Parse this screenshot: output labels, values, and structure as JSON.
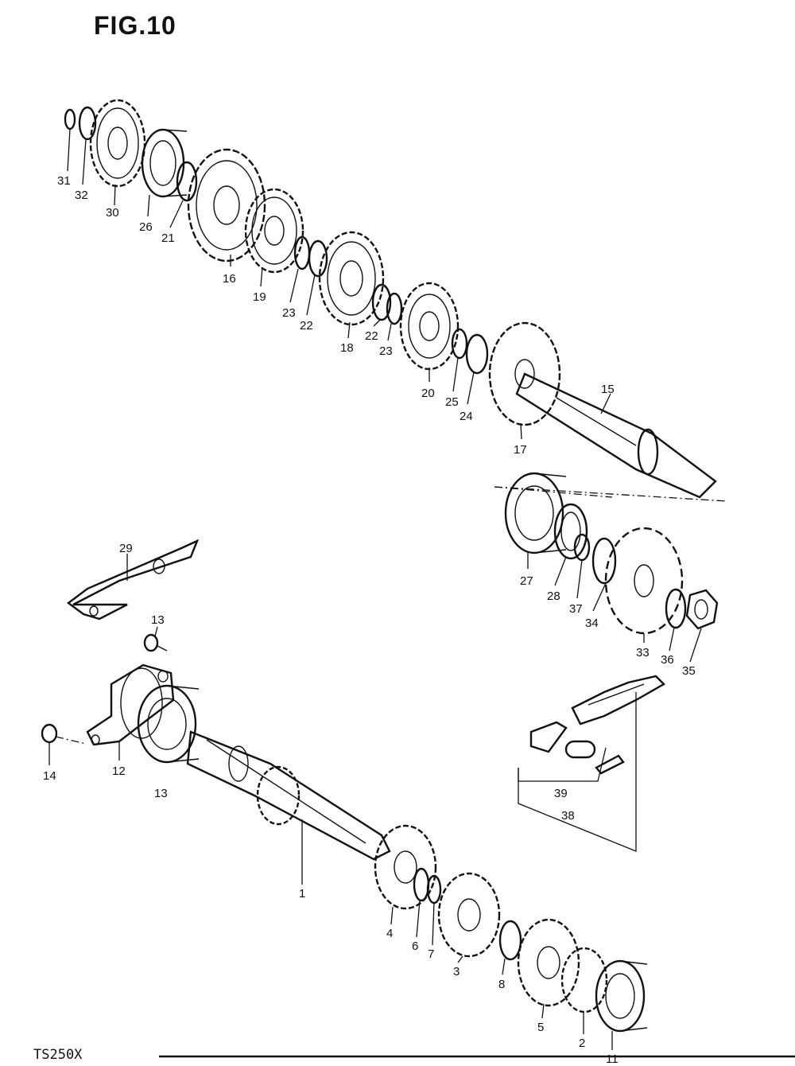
{
  "figure": {
    "title": "FIG.10",
    "model": "TS250X"
  },
  "callouts": [
    "31",
    "32",
    "30",
    "26",
    "21",
    "16",
    "19",
    "23",
    "22",
    "18",
    "22",
    "23",
    "20",
    "25",
    "24",
    "17",
    "15",
    "27",
    "28",
    "37",
    "34",
    "33",
    "36",
    "35",
    "29",
    "13",
    "12",
    "14",
    "13",
    "1",
    "4",
    "6",
    "7",
    "3",
    "8",
    "5",
    "2",
    "11",
    "39",
    "38"
  ]
}
